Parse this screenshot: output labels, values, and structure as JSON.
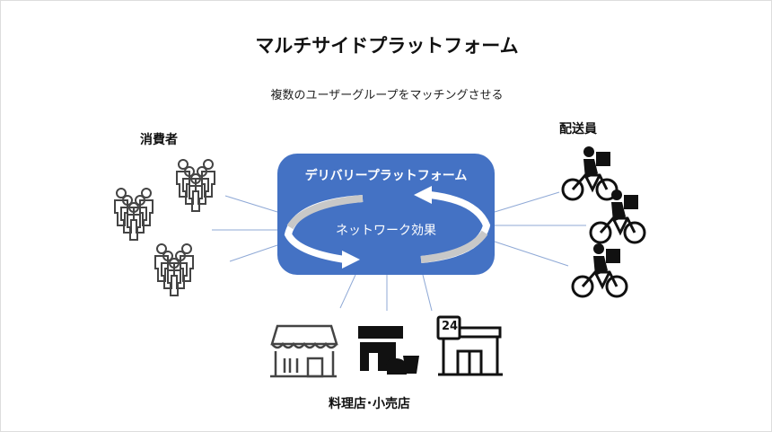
{
  "title": "マルチサイドプラットフォーム",
  "subtitle": "複数のユーザーグループをマッチングさせる",
  "groups": {
    "consumers": "消費者",
    "couriers": "配送員",
    "stores": "料理店･小売店"
  },
  "platform": {
    "title": "デリバリープラットフォーム",
    "effect": "ネットワーク効果",
    "color": "#4472C4"
  },
  "store_badge": "24"
}
